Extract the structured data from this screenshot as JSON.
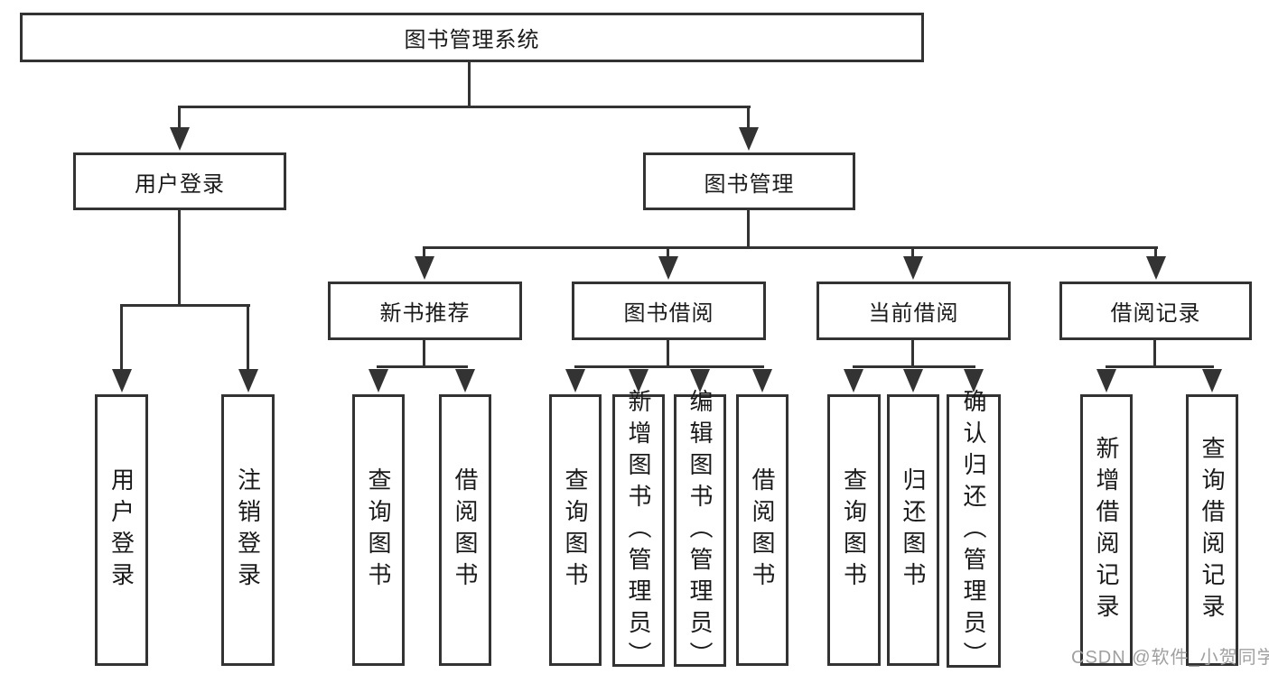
{
  "tree": {
    "label": "图书管理系统",
    "children": [
      {
        "label": "用户登录",
        "children": [
          {
            "label": "用户登录"
          },
          {
            "label": "注销登录"
          }
        ]
      },
      {
        "label": "图书管理",
        "children": [
          {
            "label": "新书推荐",
            "children": [
              {
                "label": "查询图书"
              },
              {
                "label": "借阅图书"
              }
            ]
          },
          {
            "label": "图书借阅",
            "children": [
              {
                "label": "查询图书"
              },
              {
                "label": "新增图书（管理员）"
              },
              {
                "label": "编辑图书（管理员）"
              },
              {
                "label": "借阅图书"
              }
            ]
          },
          {
            "label": "当前借阅",
            "children": [
              {
                "label": "查询图书"
              },
              {
                "label": "归还图书"
              },
              {
                "label": "确认归还（管理员）"
              }
            ]
          },
          {
            "label": "借阅记录",
            "children": [
              {
                "label": "新增借阅记录"
              },
              {
                "label": "查询借阅记录"
              }
            ]
          }
        ]
      }
    ]
  },
  "watermark": {
    "text": "CSDN @软件_小贺同学"
  },
  "colors": {
    "line": "#333333",
    "text": "#1a1a1a",
    "bg": "#ffffff",
    "watermark": "#a0a0a0"
  }
}
